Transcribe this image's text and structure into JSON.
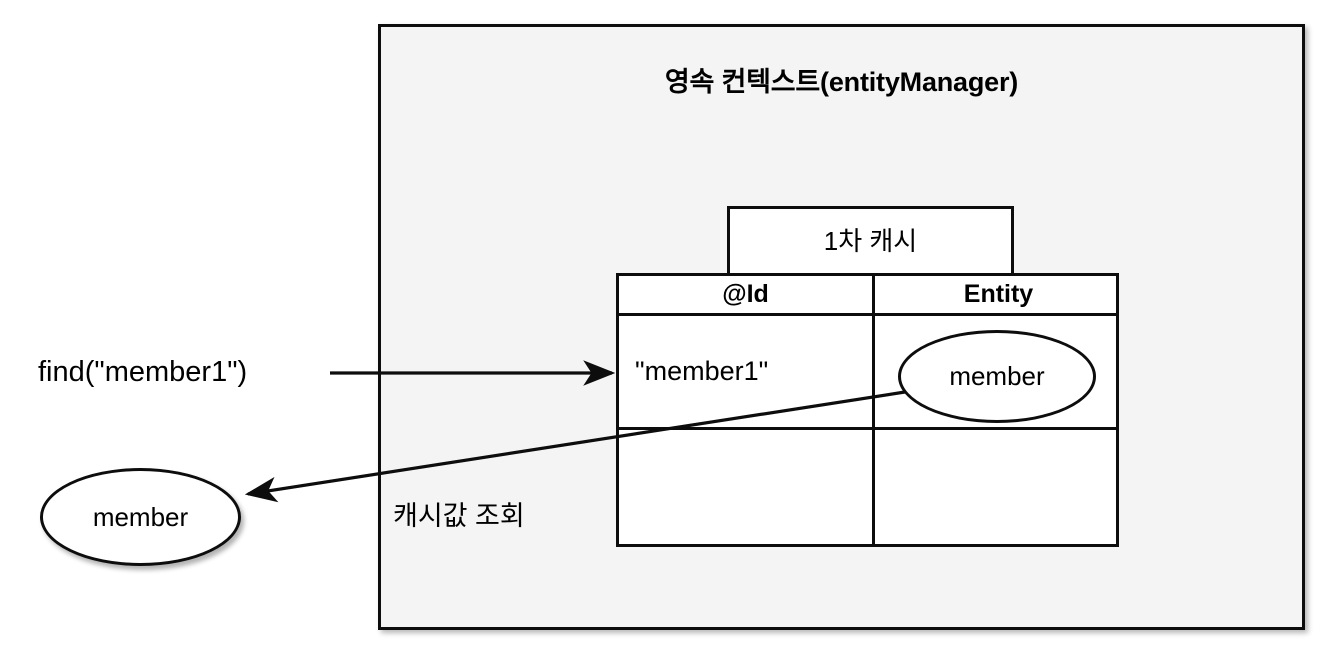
{
  "diagram": {
    "title": "영속 컨텍스트(entityManager)",
    "cache_box_label": "1차 캐시",
    "table": {
      "headers": [
        "@Id",
        "Entity"
      ],
      "rows": [
        {
          "id": "\"member1\"",
          "entity": "member"
        },
        {
          "id": "",
          "entity": ""
        }
      ]
    },
    "detached_entity_label": "member",
    "call_label": "find(\"member1\")",
    "lookup_label": "캐시값 조회",
    "colors": {
      "context_fill": "#f4f4f4",
      "stroke": "#0d0d0d",
      "table_fill": "#ffffff",
      "page_background": "#ffffff"
    }
  }
}
